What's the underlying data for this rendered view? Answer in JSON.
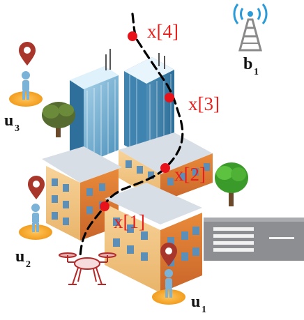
{
  "waypoints": [
    {
      "label": "x[1]"
    },
    {
      "label": "x[2]"
    },
    {
      "label": "x[3]"
    },
    {
      "label": "x[4]"
    }
  ],
  "users": [
    {
      "base": "u",
      "sub": "1"
    },
    {
      "base": "u",
      "sub": "2"
    },
    {
      "base": "u",
      "sub": "3"
    }
  ],
  "base_station": {
    "base": "b",
    "sub": "1"
  },
  "colors": {
    "waypoint": "#e8121a",
    "trajectory": "#000000",
    "label_red": "#e8201d",
    "pin": "#a8362a",
    "ground_disc": "#f5a623"
  }
}
